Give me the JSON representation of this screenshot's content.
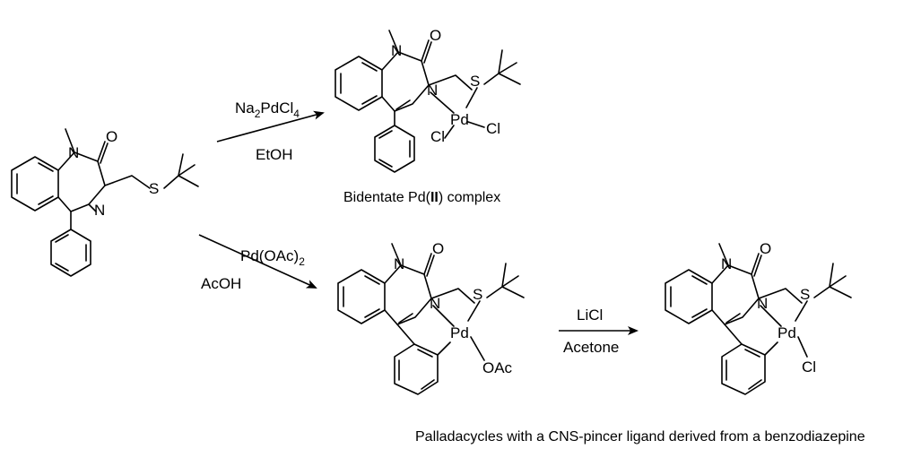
{
  "reagents": {
    "r1_top": "Na",
    "r1_sub2": "2",
    "r1_mid": "PdCl",
    "r1_sub4": "4",
    "r1_solvent": "EtOH",
    "r2_top": "Pd(OAc)",
    "r2_sub2": "2",
    "r2_solvent": "AcOH",
    "r3_top": "LiCl",
    "r3_solvent": "Acetone"
  },
  "captions": {
    "bidentate_pre": "Bidentate Pd(",
    "bidentate_roman": "II",
    "bidentate_post": ") complex",
    "pincer": "Palladacycles with a CNS-pincer ligand derived from a benzodiazepine"
  },
  "atoms": {
    "N": "N",
    "O": "O",
    "S": "S",
    "Pd": "Pd",
    "Cl": "Cl",
    "OAc": "OAc"
  }
}
